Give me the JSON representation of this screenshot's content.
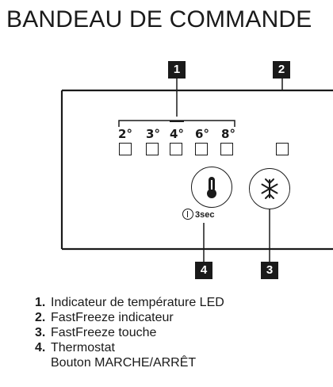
{
  "title": "BANDEAU DE COMMANDE",
  "callouts": [
    "1",
    "2",
    "3",
    "4"
  ],
  "temperatures": [
    "2°",
    "3°",
    "4°",
    "6°",
    "8°"
  ],
  "selected_temperature": "4°",
  "onoff_hint": "3sec",
  "icons": {
    "thermostat": "thermometer-icon",
    "fastfreeze": "snowflake-icon",
    "power": "power-icon"
  },
  "legend": [
    {
      "num": "1.",
      "text": "Indicateur de température LED"
    },
    {
      "num": "2.",
      "text": "FastFreeze indicateur"
    },
    {
      "num": "3.",
      "text": "FastFreeze touche"
    },
    {
      "num": "4.",
      "text": "Thermostat"
    },
    {
      "num": "",
      "text": "Bouton MARCHE/ARRÊT"
    }
  ],
  "colors": {
    "ink": "#1a1a1a",
    "background": "#ffffff"
  }
}
